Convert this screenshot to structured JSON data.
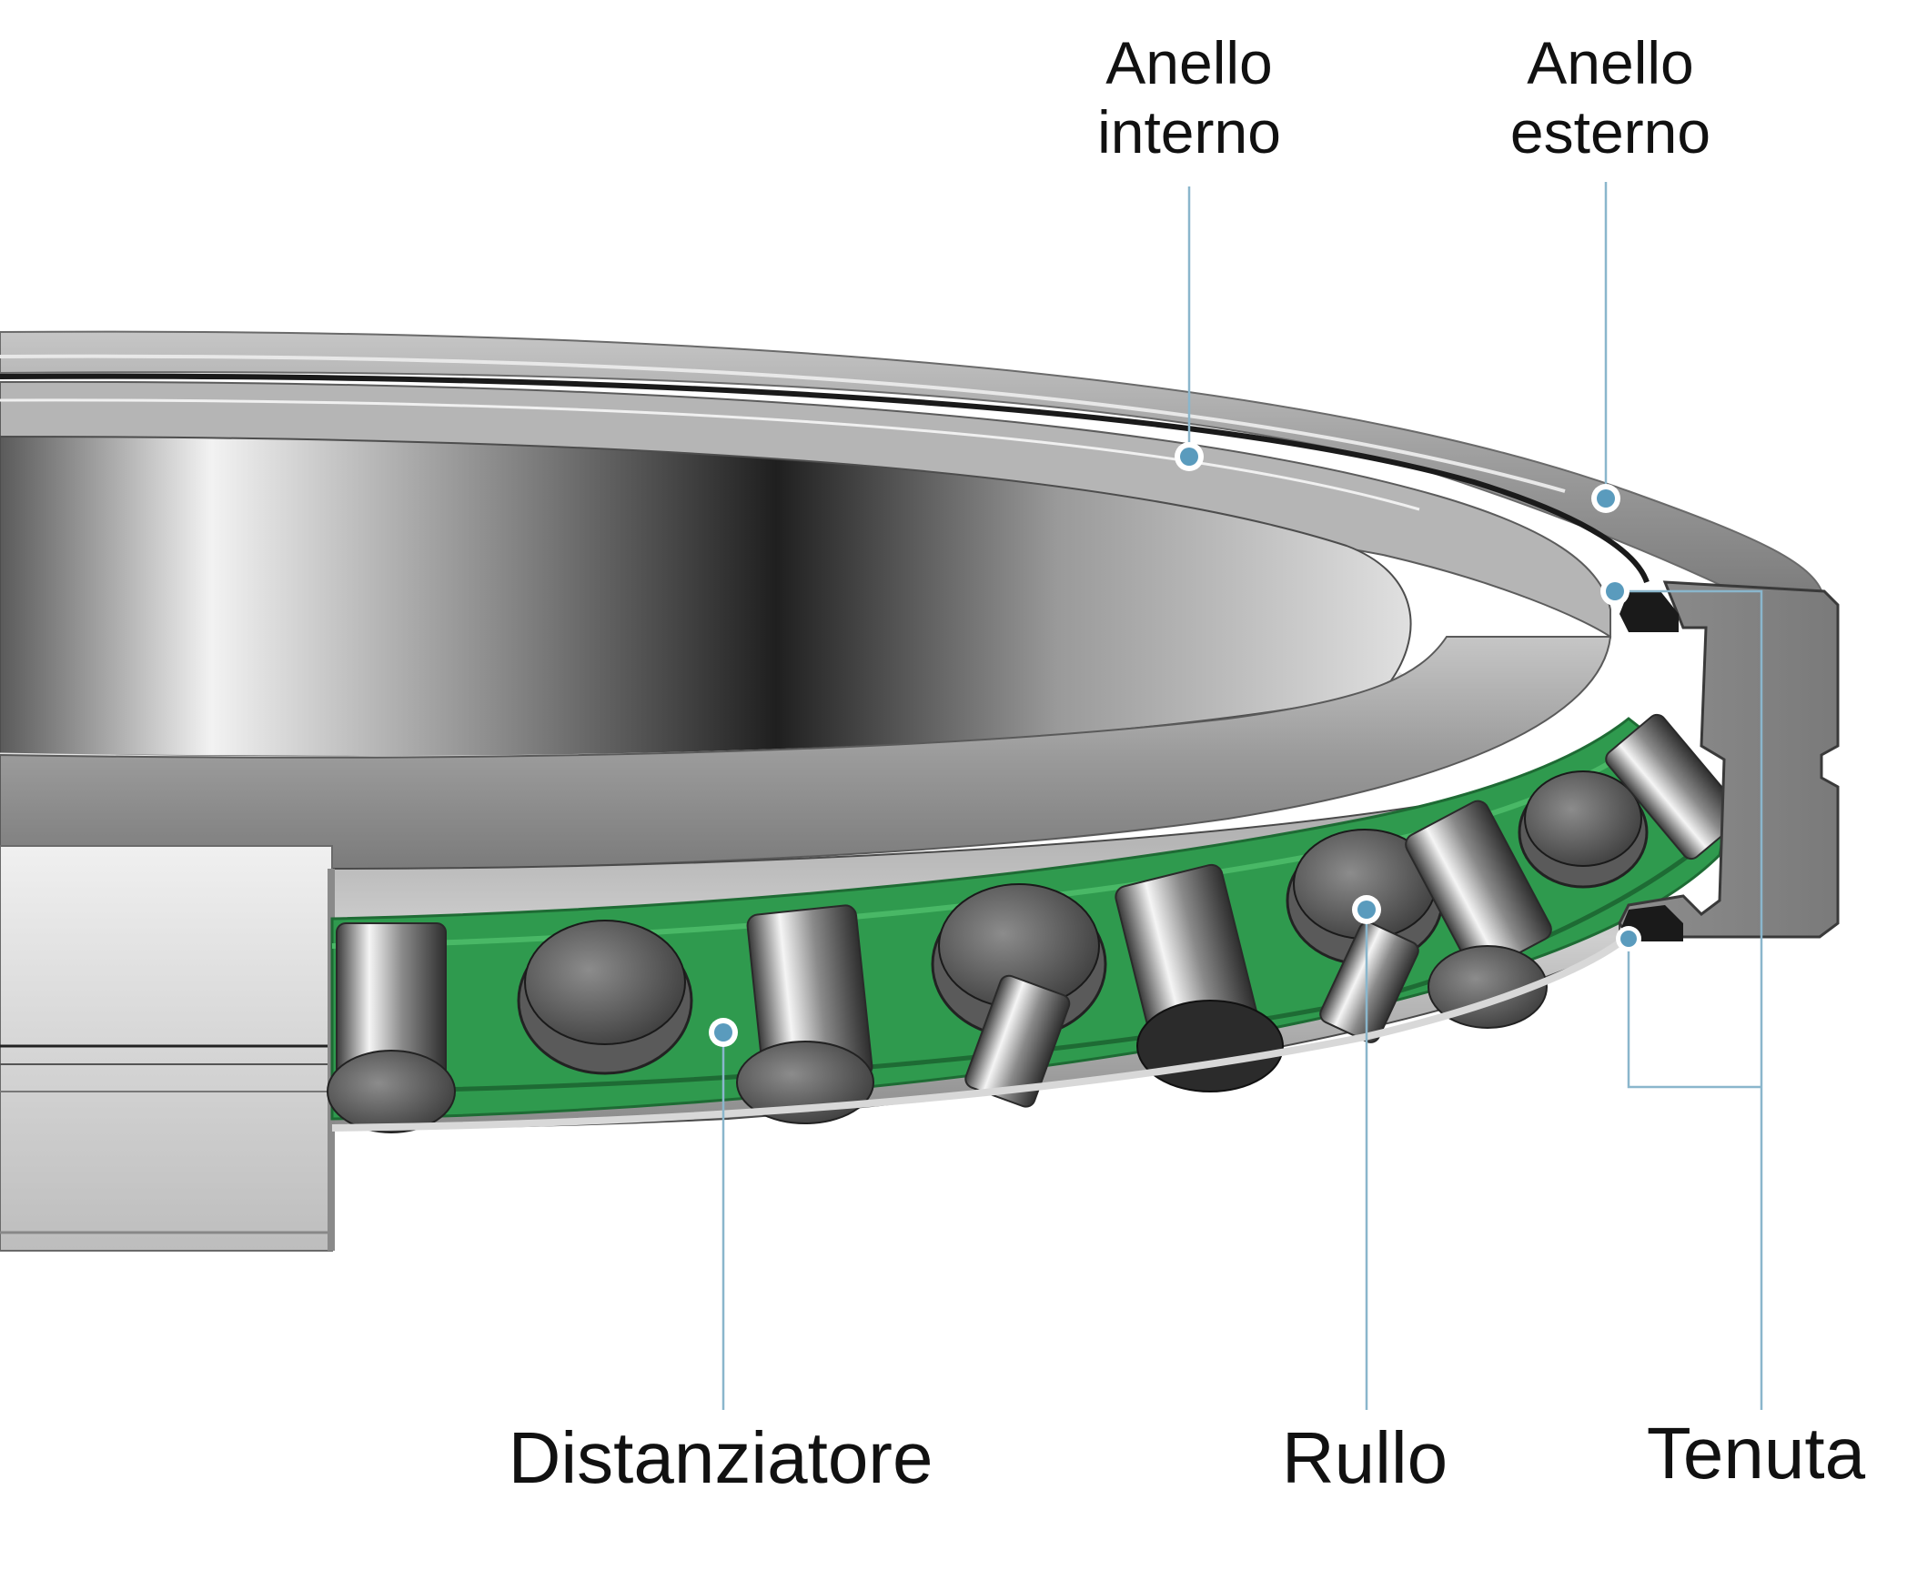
{
  "labels": {
    "inner_ring_line1": "Anello",
    "inner_ring_line2": "interno",
    "outer_ring_line1": "Anello",
    "outer_ring_line2": "esterno",
    "spacer": "Distanziatore",
    "roller": "Rullo",
    "seal": "Tenuta"
  },
  "colors": {
    "background": "#ffffff",
    "text": "#111111",
    "leader_line": "#8ab6cc",
    "marker_fill": "#5a9bbd",
    "marker_ring": "#ffffff",
    "steel_light": "#d9d9d9",
    "steel_mid": "#a3a3a3",
    "steel_dark": "#4a4a4a",
    "cage_green": "#2f9a4e",
    "cage_green_dark": "#1e6b34"
  },
  "icons": {
    "marker": "circle-dot-icon"
  }
}
